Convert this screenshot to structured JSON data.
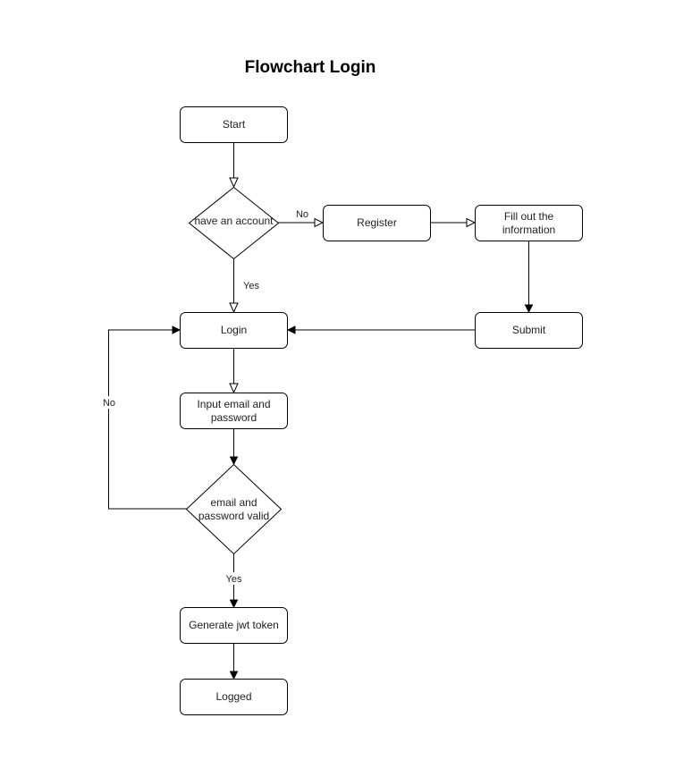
{
  "title": "Flowchart Login",
  "nodes": {
    "start": "Start",
    "have_account": "have an account",
    "register": "Register",
    "fill_info": [
      "Fill out the",
      "information"
    ],
    "submit": "Submit",
    "login": "Login",
    "input_credentials": [
      "Input email and",
      "password"
    ],
    "credentials_valid": [
      "email and",
      "password valid"
    ],
    "generate_token": "Generate jwt token",
    "logged": "Logged"
  },
  "edge_labels": {
    "account_no": "No",
    "account_yes": "Yes",
    "valid_no": "No",
    "valid_yes": "Yes"
  }
}
